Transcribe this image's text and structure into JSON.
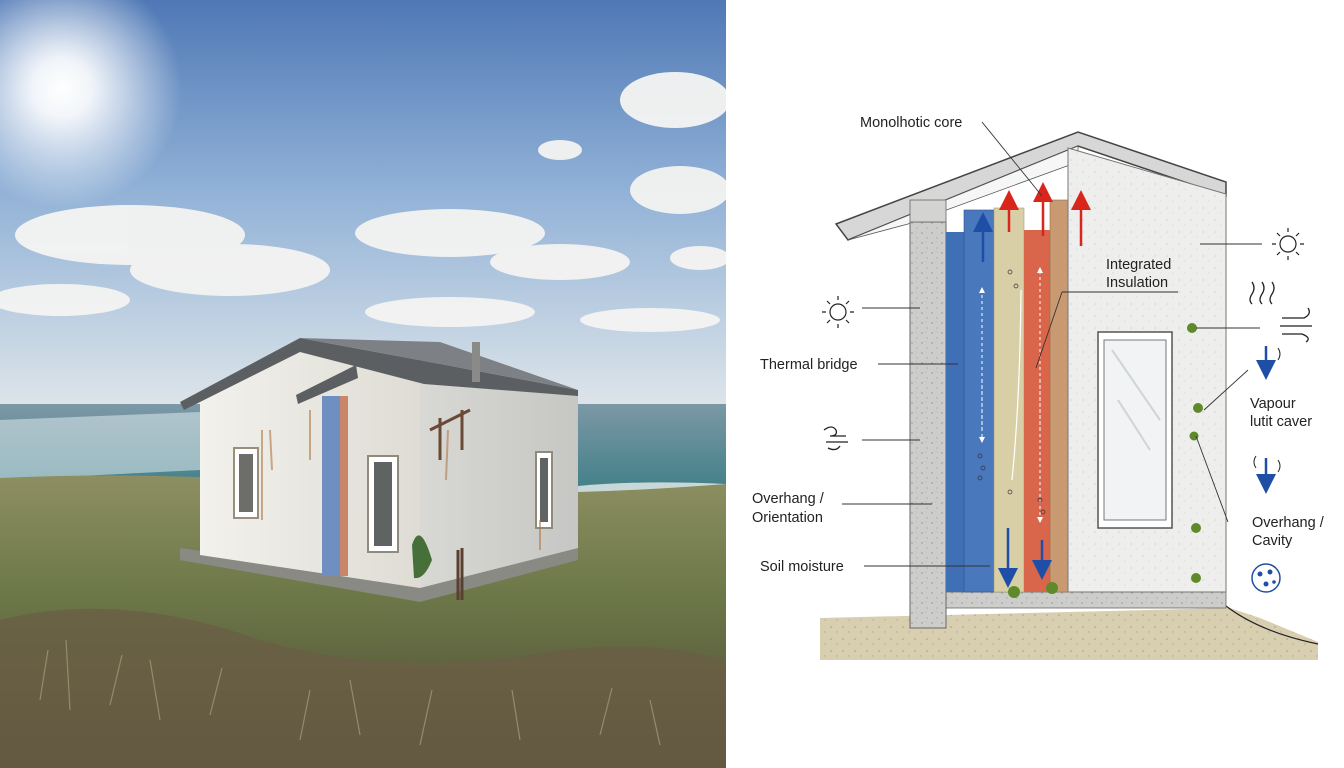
{
  "diagram": {
    "labels": {
      "monolithic_core": "Monolhotic core",
      "integrated_insulation_1": "Integrated",
      "integrated_insulation_2": "Insulation",
      "thermal_bridge": "Thermal bridge",
      "overhang_orientation_1": "Overhang /",
      "overhang_orientation_2": "Orientation",
      "soil_moisture": "Soil moisture",
      "vapour_1": "Vapour",
      "vapour_2": "lutit caver",
      "overhang_cavity_1": "Overhang /",
      "overhang_cavity_2": "Cavity"
    },
    "colors": {
      "wall_concrete": "#c9c9c7",
      "layer_blue": "#3f6fb4",
      "layer_beige": "#d9cfa7",
      "layer_red": "#d9664a",
      "layer_tan": "#c99a72",
      "plaster": "#eeeeec",
      "arrow_red": "#d9261c",
      "arrow_blue": "#1f4ea6",
      "moss": "#5f8a2a",
      "ground": "#d8ceb0"
    },
    "icons": [
      "sun-icon",
      "wind-icon",
      "heat-waves-icon",
      "moisture-particles-icon"
    ]
  }
}
